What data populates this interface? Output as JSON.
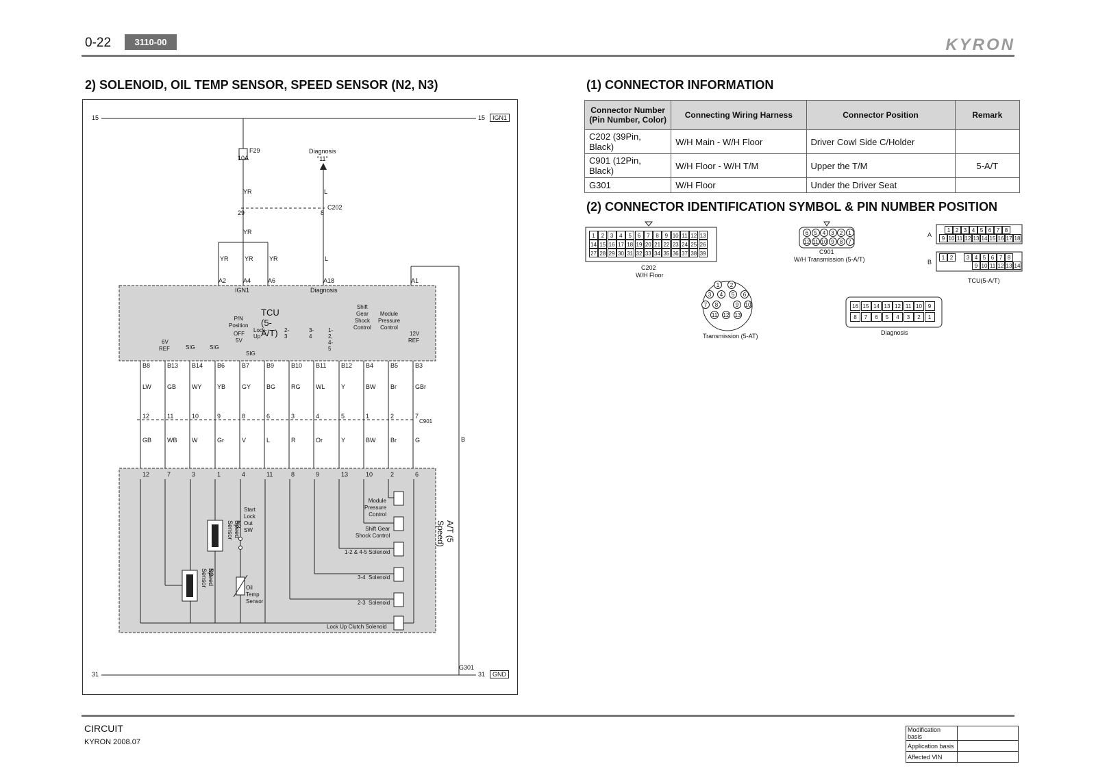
{
  "header": {
    "page_number": "0-22",
    "section_code": "3110-00",
    "brand": "KYRON"
  },
  "titles": {
    "diagram": "2) SOLENOID, OIL TEMP SENSOR, SPEED SENSOR (N2, N3)",
    "connector_info": "(1) CONNECTOR INFORMATION",
    "connector_id": "(2) CONNECTOR IDENTIFICATION SYMBOL & PIN NUMBER POSITION"
  },
  "connector_table": {
    "headers": [
      "Connector Number (Pin Number, Color)",
      "Connecting Wiring Harness",
      "Connector Position",
      "Remark"
    ],
    "rows": [
      [
        "C202 (39Pin, Black)",
        "W/H Main - W/H Floor",
        "Driver Cowl Side C/Holder",
        ""
      ],
      [
        "C901 (12Pin, Black)",
        "W/H Floor - W/H T/M",
        "Upper the T/M",
        "5-A/T"
      ],
      [
        "G301",
        "W/H Floor",
        "Under the Driver Seat",
        ""
      ]
    ]
  },
  "diagram": {
    "rail_top": {
      "left": "15",
      "right": "15",
      "tag": "IGN1"
    },
    "rail_bottom": {
      "left": "31",
      "right": "31",
      "tag": "GND",
      "ground": "G301"
    },
    "fuse": {
      "name": "F29",
      "rating": "10A"
    },
    "diagnosis": {
      "label": "Diagnosis",
      "code": "\"11\""
    },
    "c202": {
      "name": "C202",
      "pin_left": "29",
      "pin_right": "8"
    },
    "wire_yr": "YR",
    "wire_l": "L",
    "wire_b": "B",
    "tcu": {
      "title": "TCU (5-A/T)",
      "ign1": "IGN1",
      "diag": "Diagnosis",
      "pins_top": [
        "A2",
        "A4",
        "A6",
        "A18",
        "A1"
      ],
      "pn_label": "P/N\nPosition",
      "off_label": "OFF",
      "five_v": "5V",
      "sig_small": "SIG",
      "six_v": "6V",
      "ref": "REF",
      "sig": "SIG",
      "twelve_v": "12V",
      "lockup": "Lock-Up",
      "shift_shock": "Shift\nGear\nShock\nControl",
      "module_pressure": "Module\nPressure\nControl",
      "solenoid_labels": [
        "2-3",
        "3-4",
        "1-2, 4-5"
      ]
    },
    "columns": [
      {
        "pin": "B8",
        "wire1": "LW",
        "c901": "12",
        "wire2": "GB",
        "at": "12"
      },
      {
        "pin": "B13",
        "wire1": "GB",
        "c901": "11",
        "wire2": "WB",
        "at": "7"
      },
      {
        "pin": "B14",
        "wire1": "WY",
        "c901": "10",
        "wire2": "W",
        "at": "3"
      },
      {
        "pin": "B6",
        "wire1": "YB",
        "c901": "9",
        "wire2": "Gr",
        "at": "1"
      },
      {
        "pin": "B7",
        "wire1": "GY",
        "c901": "8",
        "wire2": "V",
        "at": "4"
      },
      {
        "pin": "B9",
        "wire1": "BG",
        "c901": "6",
        "wire2": "L",
        "at": "11"
      },
      {
        "pin": "B10",
        "wire1": "RG",
        "c901": "3",
        "wire2": "R",
        "at": "8"
      },
      {
        "pin": "B11",
        "wire1": "WL",
        "c901": "4",
        "wire2": "Or",
        "at": "9"
      },
      {
        "pin": "B12",
        "wire1": "Y",
        "c901": "5",
        "wire2": "Y",
        "at": "13"
      },
      {
        "pin": "B4",
        "wire1": "BW",
        "c901": "1",
        "wire2": "BW",
        "at": "10"
      },
      {
        "pin": "B5",
        "wire1": "Br",
        "c901": "2",
        "wire2": "Br",
        "at": "2"
      },
      {
        "pin": "B3",
        "wire1": "GBr",
        "c901": "7",
        "wire2": "G",
        "at": "6"
      }
    ],
    "c901_label": "C901",
    "at_unit": {
      "title": "A/T (5 Speed)",
      "speed_sensor": "Speed Sensor",
      "n3": "N3",
      "n2": "N2",
      "start_lockout": "Start\nLock\nOut\nSW",
      "oil_temp": "Oil\nTemp\nSensor",
      "solenoids": [
        "Module\nPressure\nControl",
        "Shift Gear\nShock Control",
        "1-2 & 4-5 Solenoid",
        "3-4  Solenoid",
        "2-3  Solenoid",
        "Lock Up Clutch Solenoid"
      ]
    }
  },
  "connectors": {
    "c202": {
      "name": "C202",
      "harness": "W/H Floor",
      "rows": [
        [
          "1",
          "2",
          "3",
          "4",
          "5",
          "6",
          "7",
          "8",
          "9",
          "10",
          "11",
          "12",
          "13"
        ],
        [
          "14",
          "15",
          "16",
          "17",
          "18",
          "19",
          "20",
          "21",
          "22",
          "23",
          "24",
          "25",
          "26"
        ],
        [
          "27",
          "28",
          "29",
          "30",
          "31",
          "32",
          "33",
          "34",
          "35",
          "36",
          "37",
          "38",
          "39"
        ]
      ]
    },
    "c901": {
      "name": "C901",
      "harness": "W/H Transmission (5-A/T)",
      "rows": [
        [
          "6",
          "5",
          "4",
          "3",
          "2",
          "1"
        ],
        [
          "12",
          "11",
          "10",
          "9",
          "8",
          "7"
        ]
      ]
    },
    "tcu": {
      "name": "TCU(5-A/T)",
      "row_a_label": "A",
      "row_b_label": "B",
      "a_top": [
        "1",
        "2",
        "3",
        "4",
        "5",
        "6",
        "7",
        "8"
      ],
      "a_bot": [
        "9",
        "10",
        "11",
        "12",
        "13",
        "14",
        "15",
        "16",
        "17",
        "18"
      ],
      "b_top": [
        "1",
        "2",
        "3",
        "4",
        "5",
        "6",
        "7",
        "8"
      ],
      "b_bot": [
        "9",
        "10",
        "11",
        "12",
        "13",
        "14"
      ]
    },
    "transmission": {
      "name": "Transmission (5-AT)",
      "pins": [
        "1",
        "2",
        "3",
        "4",
        "5",
        "6",
        "7",
        "8",
        "9",
        "10",
        "11",
        "12",
        "13"
      ]
    },
    "diagnosis": {
      "name": "Diagnosis",
      "top": [
        "16",
        "15",
        "14",
        "13",
        "12",
        "11",
        "10",
        "9"
      ],
      "bottom": [
        "8",
        "7",
        "6",
        "5",
        "4",
        "3",
        "2",
        "1"
      ]
    }
  },
  "footer": {
    "section": "CIRCUIT",
    "model": "KYRON 2008.07",
    "mod_rows": [
      "Modification basis",
      "Application basis",
      "Affected VIN"
    ]
  }
}
